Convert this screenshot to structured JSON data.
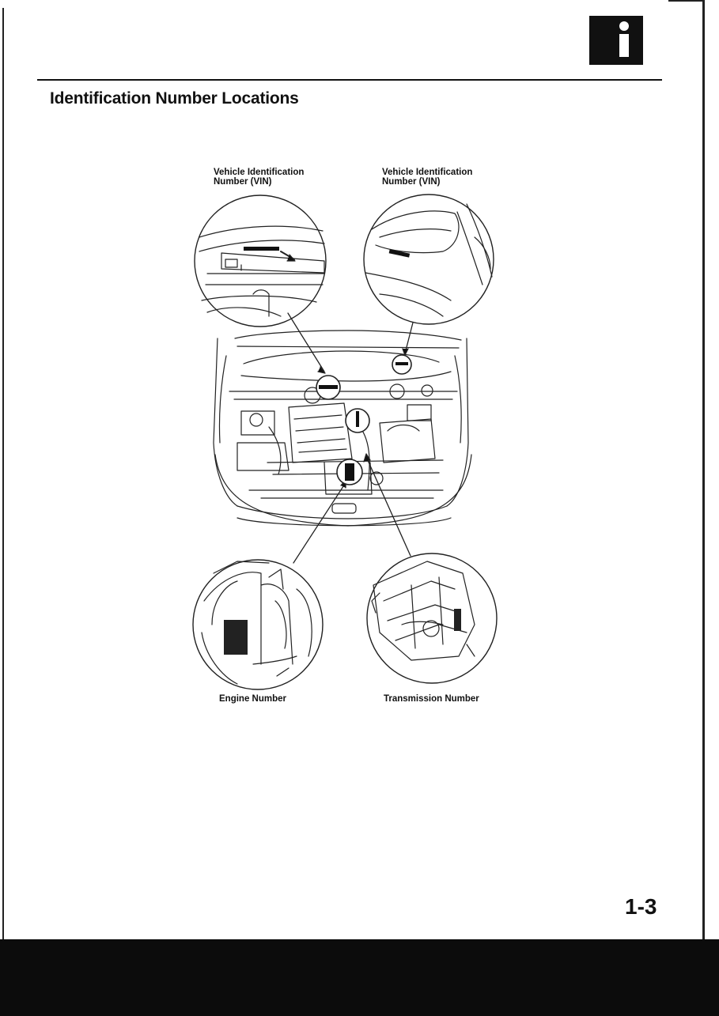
{
  "header": {
    "section_icon": "info-icon"
  },
  "page": {
    "title": "Identification Number Locations",
    "page_number": "1-3"
  },
  "figure": {
    "labels": {
      "vin_left_line1": "Vehicle Identification",
      "vin_left_line2": "Number (VIN)",
      "vin_right_line1": "Vehicle Identification",
      "vin_right_line2": "Number (VIN)",
      "engine_number": "Engine Number",
      "transmission_number": "Transmission Number"
    }
  },
  "colors": {
    "ink": "#111111",
    "paper": "#ffffff",
    "scan_band": "#0c0c0c"
  }
}
